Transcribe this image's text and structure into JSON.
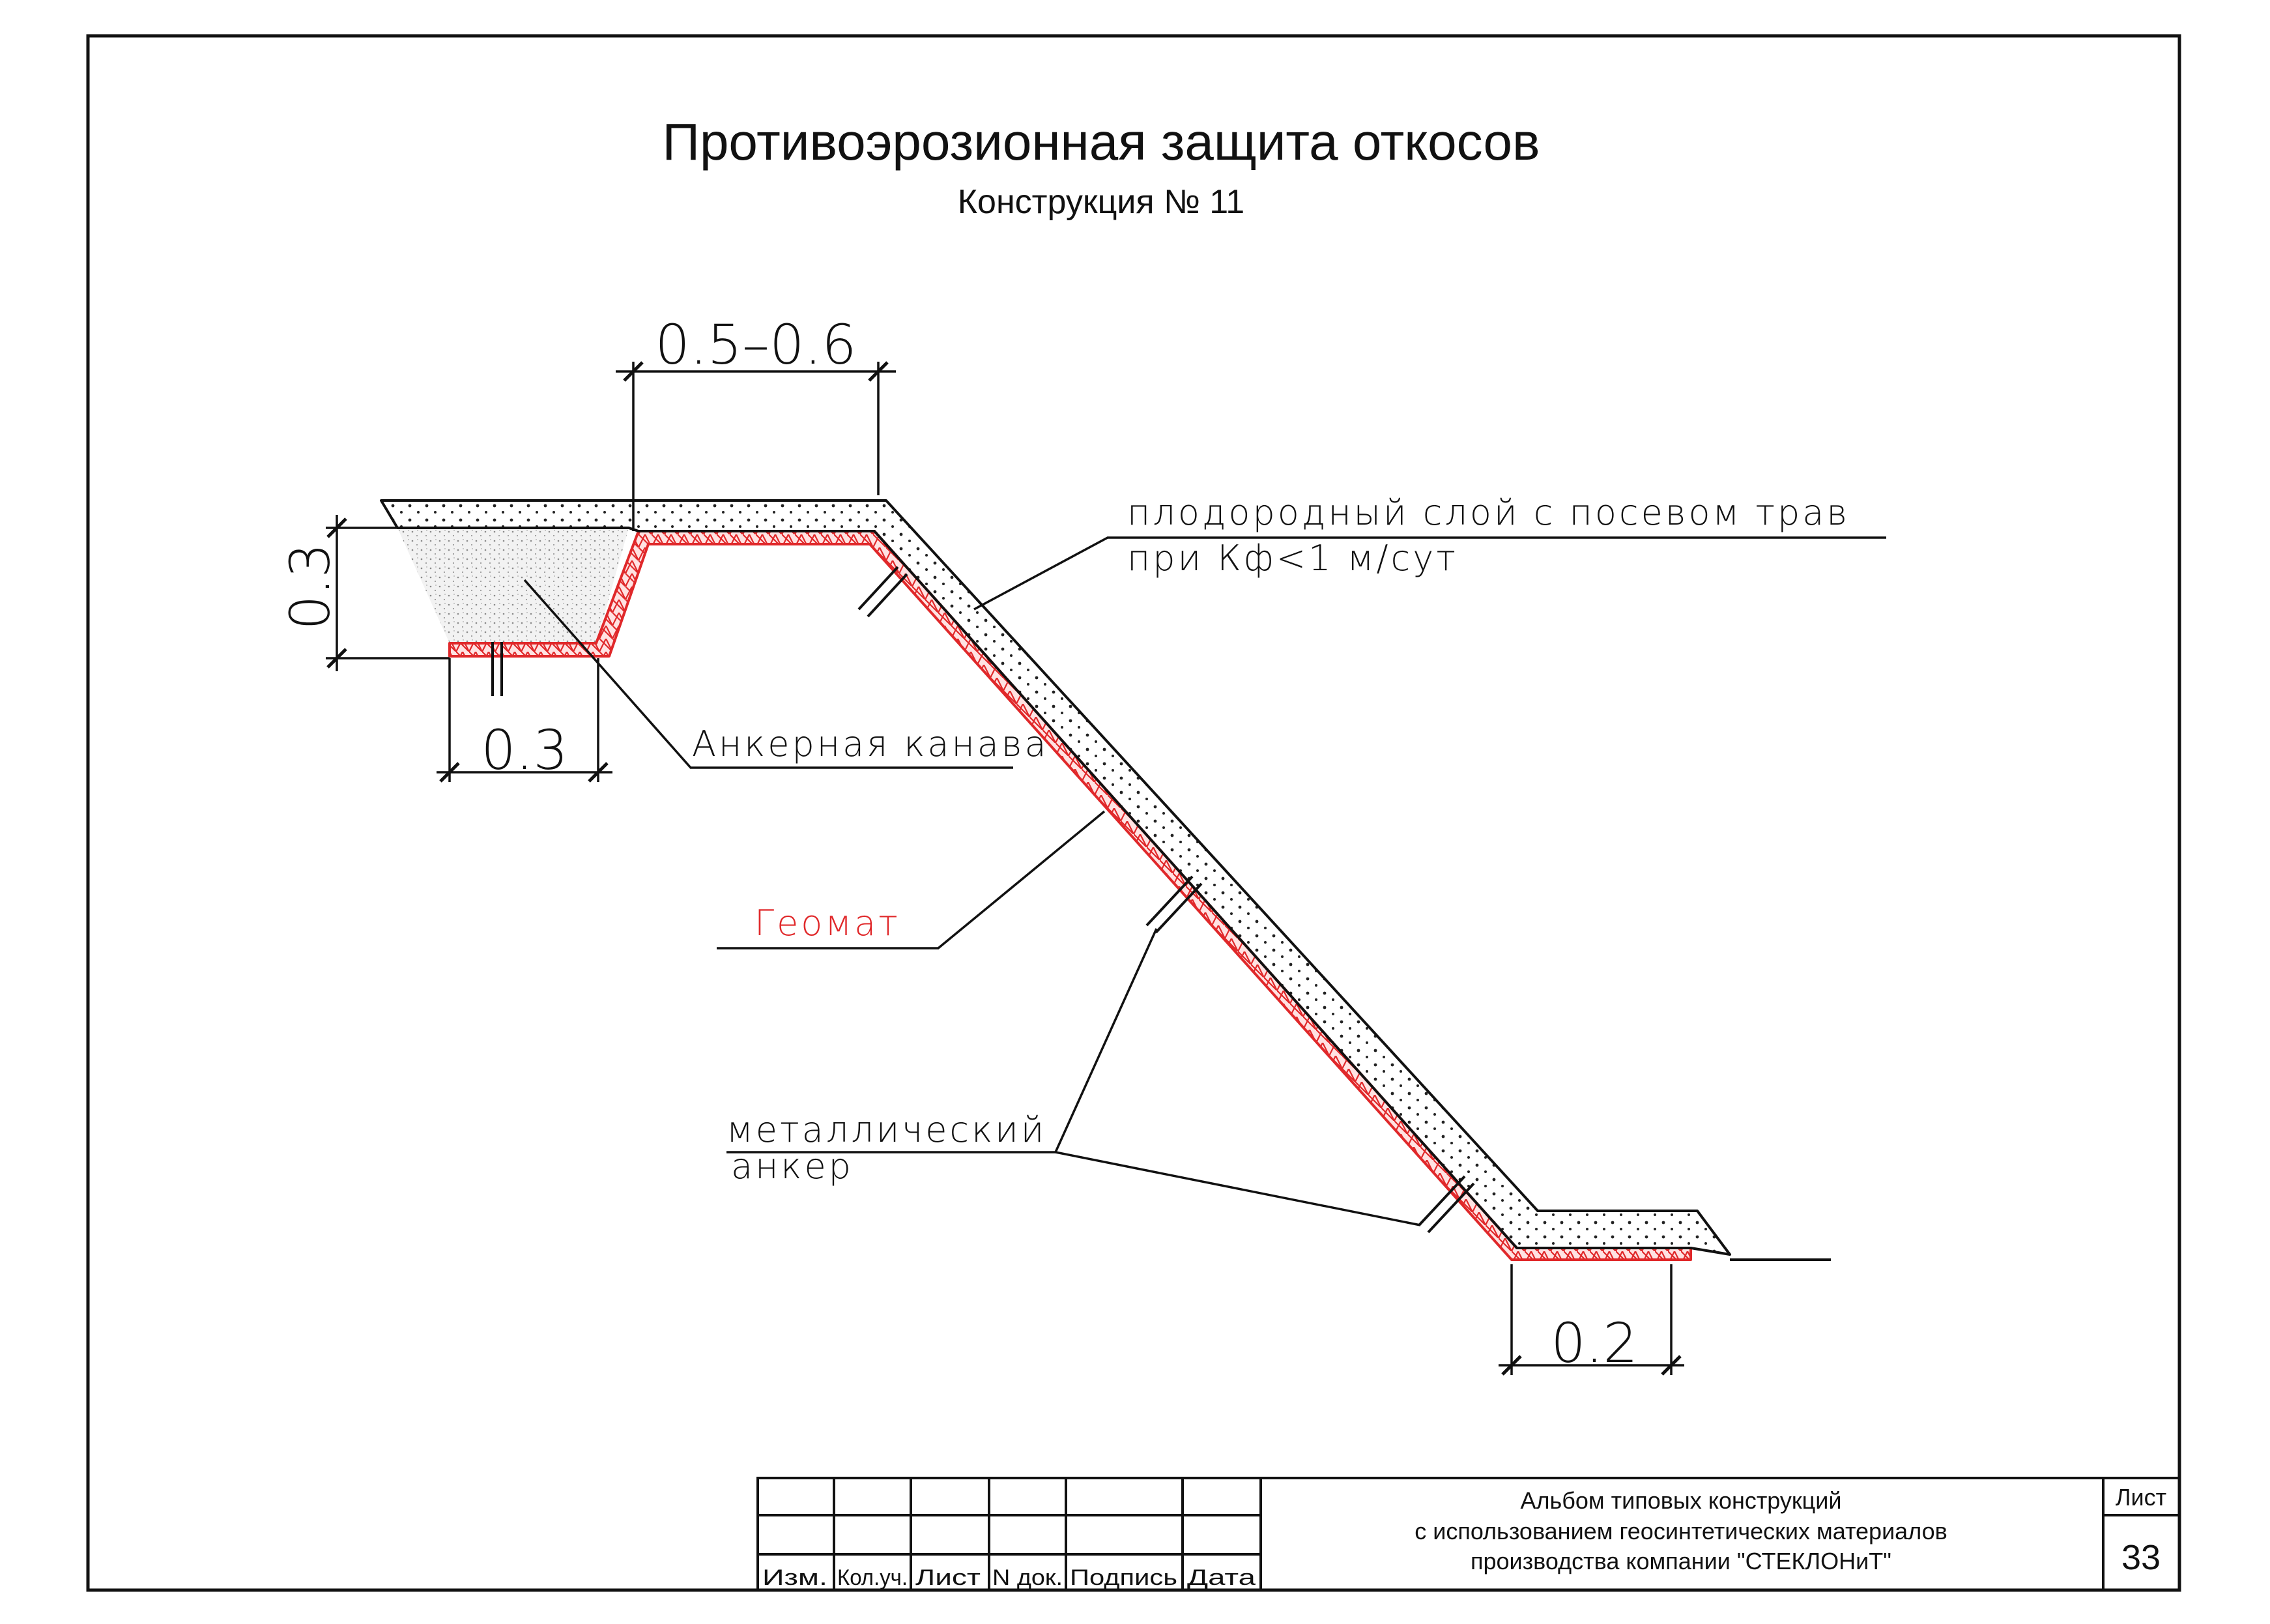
{
  "header": {
    "title": "Противоэрозионная защита откосов",
    "subtitle": "Конструкция № 11"
  },
  "dimensions": {
    "top_width": "0.5–0.6",
    "ditch_depth": "0.3",
    "ditch_width": "0.3",
    "toe_width": "0.2"
  },
  "labels": {
    "fertile_line1": "плодородный слой с посевом трав",
    "fertile_line2": "при Кф<1 м/сут",
    "anchor_ditch": "Анкерная канава",
    "geomat": "Геомат",
    "anchor_line1": "металлический",
    "anchor_line2": "анкер"
  },
  "title_block": {
    "columns": [
      "Изм.",
      "Кол.уч.",
      "Лист",
      "N док.",
      "Подпись",
      "Дата"
    ],
    "album_line1": "Альбом типовых конструкций",
    "album_line2": "с использованием геосинтетических материалов",
    "album_line3": "производства компании \"СТЕКЛОНиТ\"",
    "sheet_label": "Лист",
    "sheet_number": "33"
  },
  "colors": {
    "line": "#111111",
    "geomat": "#e0282a"
  }
}
